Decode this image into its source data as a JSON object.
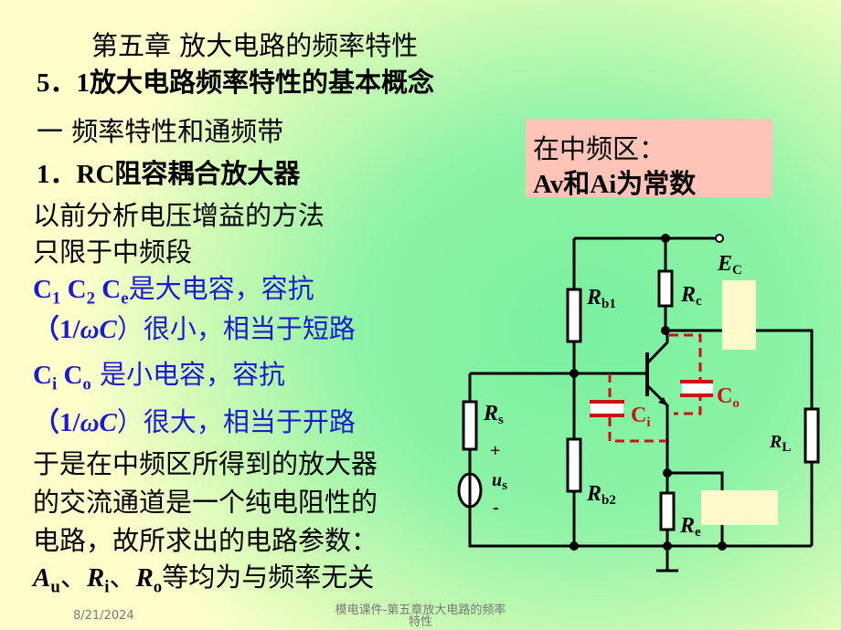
{
  "title": "第五章   放大电路的频率特性",
  "section": "5．1放大电路频率特性的基本概念",
  "subsection": "一 频率特性和通频带",
  "item": "1．RC阻容耦合放大器",
  "lines": [
    "以前分析电压增益的方法",
    "只限于中频段"
  ],
  "blue1": {
    "c1": "C",
    "s1": "1",
    "c2": " C",
    "s2": "2",
    "c3": " C",
    "s3": "e",
    "rest": "是大电容，容抗"
  },
  "blue2": {
    "pre": "（1/",
    "w": "ωC",
    "post": "）很小，相当于短路"
  },
  "blue3": {
    "c1": "C",
    "s1": "i",
    "c2": " C",
    "s2": "o",
    "rest": " 是小电容，容抗"
  },
  "blue4": {
    "pre": "（1/",
    "w": "ωC",
    "post": "）很大，相当于开路"
  },
  "para": [
    "于是在中频区所得到的放大器",
    "的交流通道是一个纯电阻性的",
    "电路，故所求出的电路参数："
  ],
  "last": {
    "a": "A",
    "as": "u",
    "sep1": "、",
    "r": "R",
    "rs": "i",
    "sep2": "、",
    "r2": "R",
    "r2s": "o",
    "rest": "等均为与频率无关"
  },
  "callout": {
    "line1": "在中频区：",
    "line2": "Av和Ai为常数"
  },
  "circuit": {
    "Ec": "E",
    "Ec_sub": "C",
    "Rb1": "R",
    "Rb1_sub": "b1",
    "Rc": "R",
    "Rc_sub": "c",
    "Rs": "R",
    "Rs_sub": "s",
    "plus": "+",
    "us": "u",
    "us_sub": "s",
    "minus": "-",
    "Rb2": "R",
    "Rb2_sub": "b2",
    "Re": "R",
    "Re_sub": "e",
    "RL": "R",
    "RL_sub": "L",
    "Ci": "C",
    "Ci_sub": "i",
    "Co": "C",
    "Co_sub": "o"
  },
  "footer": {
    "date": "8/21/2024",
    "title_line1": "模电课件-第五章放大电路的频率",
    "title_line2": "特性"
  },
  "colors": {
    "blue": "#1a1ad0",
    "red": "#cc1111",
    "callout": "#ffc4b8"
  }
}
